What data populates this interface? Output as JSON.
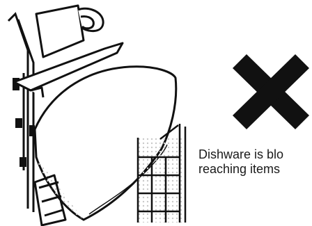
{
  "caption": {
    "line1": "Dishware is blo",
    "line2": "reaching items"
  },
  "icons": {
    "status_mark": "x-mark-icon",
    "illustration": "dishwasher-rack-illustration"
  },
  "colors": {
    "ink": "#1a1a1a",
    "background": "#ffffff"
  }
}
